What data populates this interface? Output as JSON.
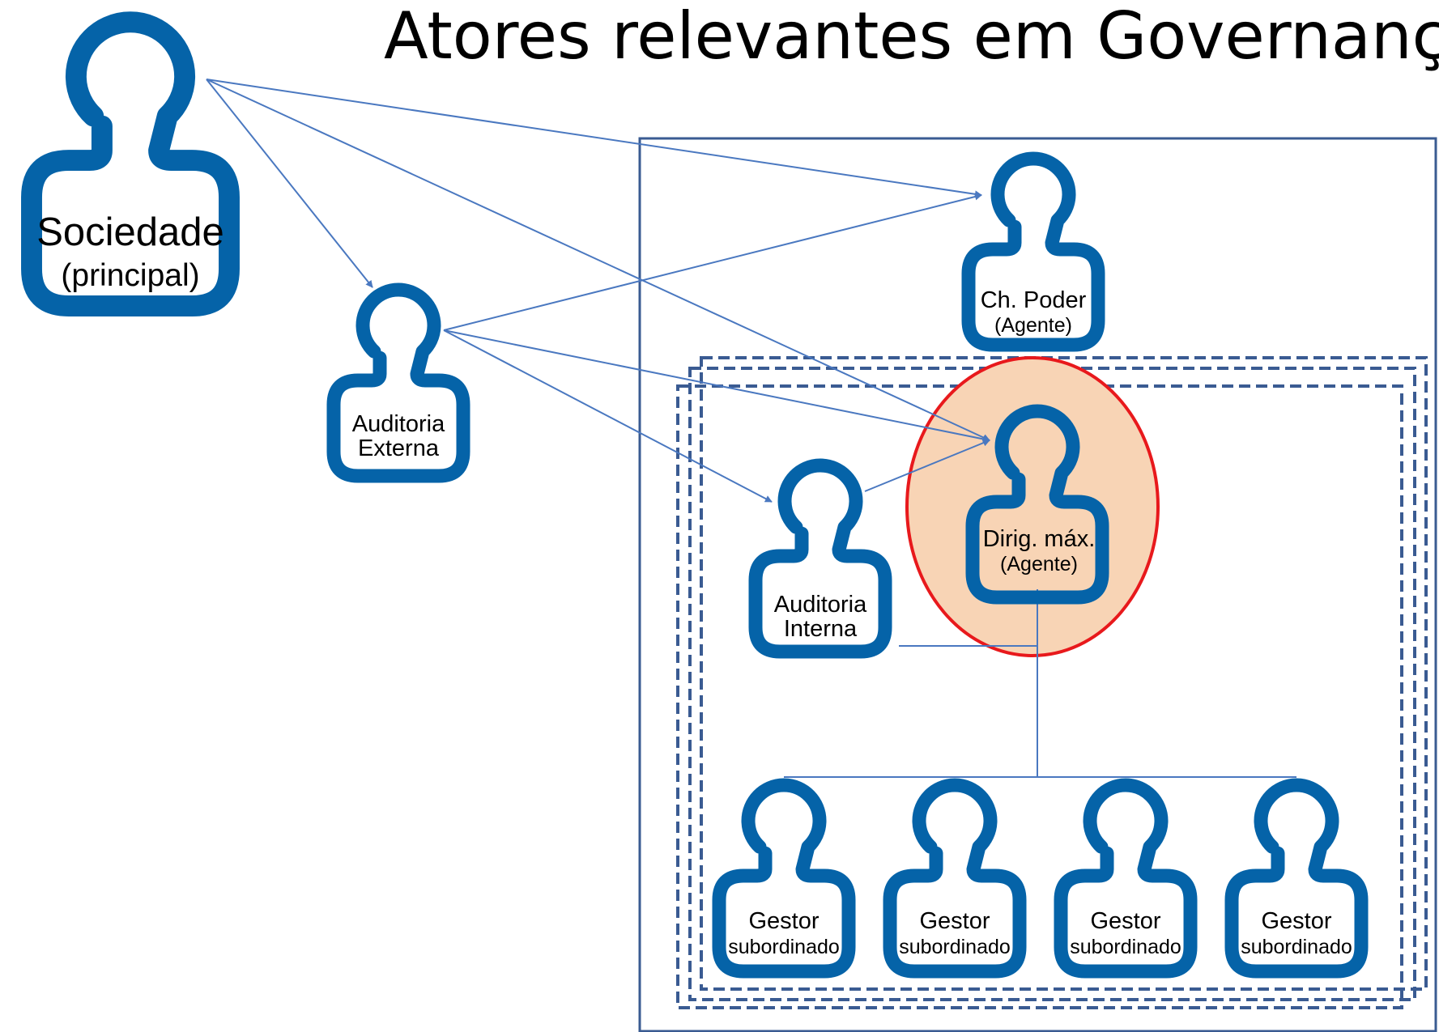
{
  "title": "Atores relevantes em Governança",
  "colors": {
    "person_stroke": "#0563A8",
    "arrow": "#4A78C0",
    "box_border": "#3A5B92",
    "highlight_fill": "#F8D4B5",
    "highlight_stroke": "#E8191C"
  },
  "icon": "person-outline-icon",
  "actors": {
    "sociedade": {
      "name": "Sociedade",
      "sub": "(principal)"
    },
    "aud_externa": {
      "name": "Auditoria",
      "sub": "Externa"
    },
    "ch_poder": {
      "name": "Ch. Poder",
      "sub": "(Agente)"
    },
    "dirig_max": {
      "name": "Dirig. máx.",
      "sub": "(Agente)"
    },
    "aud_interna": {
      "name": "Auditoria",
      "sub": "Interna"
    },
    "gestores": [
      {
        "name": "Gestor",
        "sub": "subordinado"
      },
      {
        "name": "Gestor",
        "sub": "subordinado"
      },
      {
        "name": "Gestor",
        "sub": "subordinado"
      },
      {
        "name": "Gestor",
        "sub": "subordinado"
      }
    ]
  }
}
